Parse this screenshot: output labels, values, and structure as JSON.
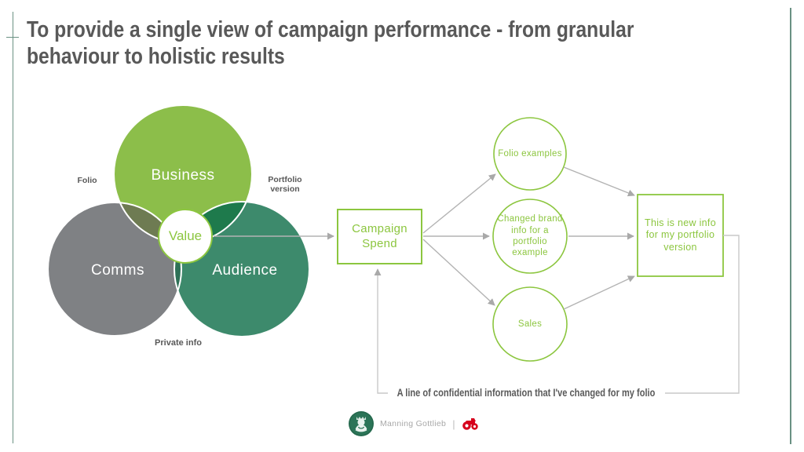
{
  "slide": {
    "title": "To provide a single view of campaign performance - from granular behaviour to holistic results"
  },
  "venn": {
    "business_label": "Business",
    "comms_label": "Comms",
    "audience_label": "Audience",
    "center_label": "Value",
    "note_left": "Folio",
    "note_right": "Portfolio version",
    "note_bottom": "Private info"
  },
  "flow": {
    "spend_box_label": "Campaign Spend",
    "nodes": [
      {
        "label": "Folio examples"
      },
      {
        "label": "Changed brand info for a portfolio example"
      },
      {
        "label": "Sales"
      }
    ],
    "result_box_label": "This is new info for my portfolio version",
    "feedback_label": "A line of confidential information that I've changed for my folio"
  },
  "footer": {
    "brand_text": "Manning Gottlieb",
    "separator": "|",
    "left_logo_icon": "starbucks-siren-logo",
    "right_logo_icon": "omd-logo"
  },
  "colors": {
    "accent_green": "#8CC63F",
    "business_green": "#8CBE4A",
    "comms_gray": "#7F8184",
    "audience_teal": "#3D8A6C",
    "overlap_business_comms": "#6E7B52",
    "overlap_business_audience": "#1E7A4C",
    "overlap_comms_audience": "#2E7157",
    "connector_gray": "#B3B3B3",
    "title_gray": "#595959",
    "edge_rule_teal": "#6A9183",
    "footer_text_gray": "#A8A8A8",
    "omd_red": "#D6001C",
    "starbucks_green": "#2B7457"
  }
}
